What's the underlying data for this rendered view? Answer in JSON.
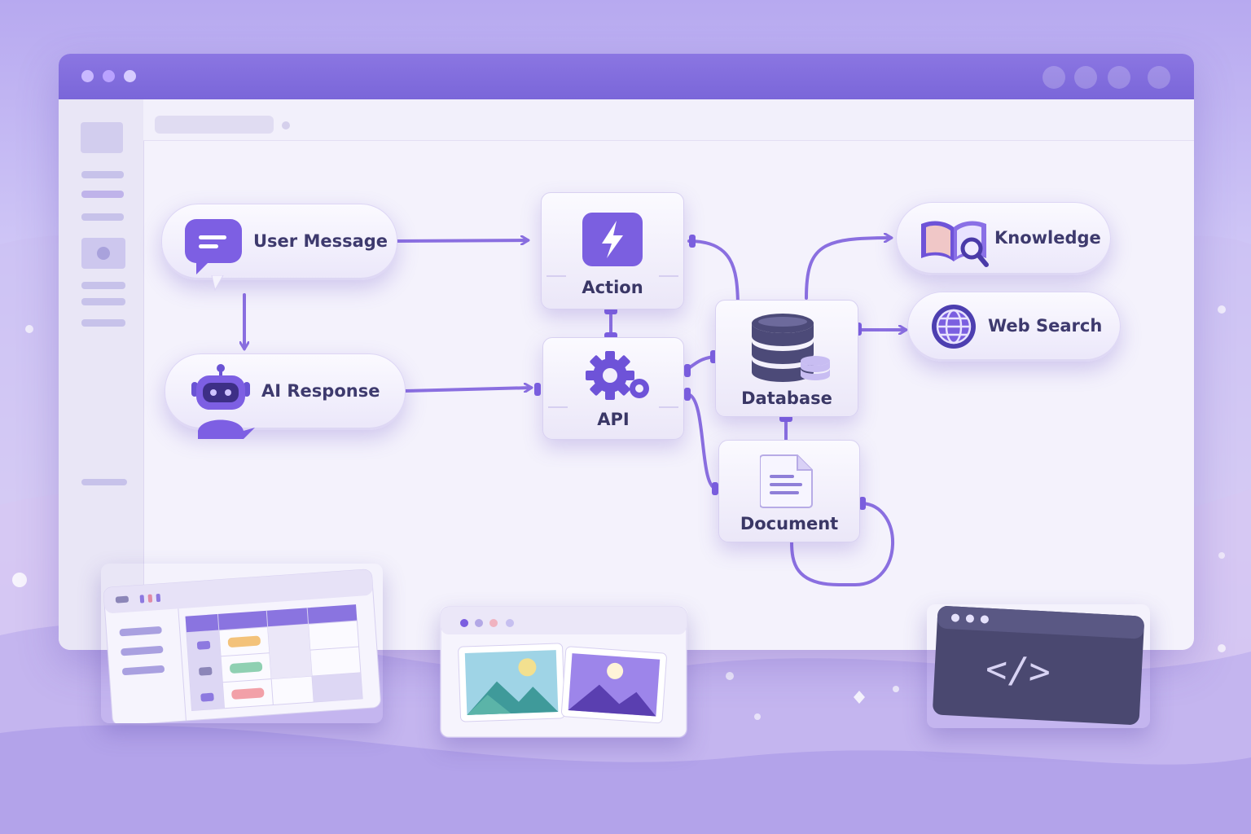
{
  "diagram": {
    "user_message": "User Message",
    "ai_response": "AI Response",
    "action": "Action",
    "api": "API",
    "database": "Database",
    "document": "Document",
    "knowledge": "Knowledge",
    "web_search": "Web Search"
  },
  "code_card": {
    "symbol": "</>"
  },
  "colors": {
    "accent": "#7b5fe0",
    "connector": "#8a6fe0",
    "titlebar": "#7a66d9",
    "text": "#3a3766",
    "code_bg": "#4a4870"
  }
}
